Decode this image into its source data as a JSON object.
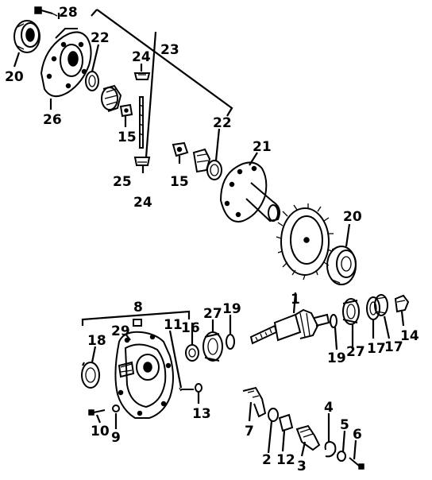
{
  "diagram": {
    "callouts": [
      {
        "id": "c28",
        "text": "28"
      },
      {
        "id": "c20a",
        "text": "20"
      },
      {
        "id": "c26",
        "text": "26"
      },
      {
        "id": "c22a",
        "text": "22"
      },
      {
        "id": "c24a",
        "text": "24"
      },
      {
        "id": "c23",
        "text": "23"
      },
      {
        "id": "c15a",
        "text": "15"
      },
      {
        "id": "c25",
        "text": "25"
      },
      {
        "id": "c24b",
        "text": "24"
      },
      {
        "id": "c15b",
        "text": "15"
      },
      {
        "id": "c22b",
        "text": "22"
      },
      {
        "id": "c21",
        "text": "21"
      },
      {
        "id": "c20b",
        "text": "20"
      },
      {
        "id": "c8",
        "text": "8"
      },
      {
        "id": "c29",
        "text": "29"
      },
      {
        "id": "c11",
        "text": "11"
      },
      {
        "id": "c16",
        "text": "16"
      },
      {
        "id": "c27a",
        "text": "27"
      },
      {
        "id": "c19a",
        "text": "19"
      },
      {
        "id": "c1",
        "text": "1"
      },
      {
        "id": "c18",
        "text": "18"
      },
      {
        "id": "c19b",
        "text": "19"
      },
      {
        "id": "c27b",
        "text": "27"
      },
      {
        "id": "c17a",
        "text": "17"
      },
      {
        "id": "c17b",
        "text": "17"
      },
      {
        "id": "c14",
        "text": "14"
      },
      {
        "id": "c13",
        "text": "13"
      },
      {
        "id": "c10",
        "text": "10"
      },
      {
        "id": "c9",
        "text": "9"
      },
      {
        "id": "c7",
        "text": "7"
      },
      {
        "id": "c4",
        "text": "4"
      },
      {
        "id": "c5",
        "text": "5"
      },
      {
        "id": "c6",
        "text": "6"
      },
      {
        "id": "c2",
        "text": "2"
      },
      {
        "id": "c12",
        "text": "12"
      },
      {
        "id": "c3",
        "text": "3"
      }
    ]
  }
}
